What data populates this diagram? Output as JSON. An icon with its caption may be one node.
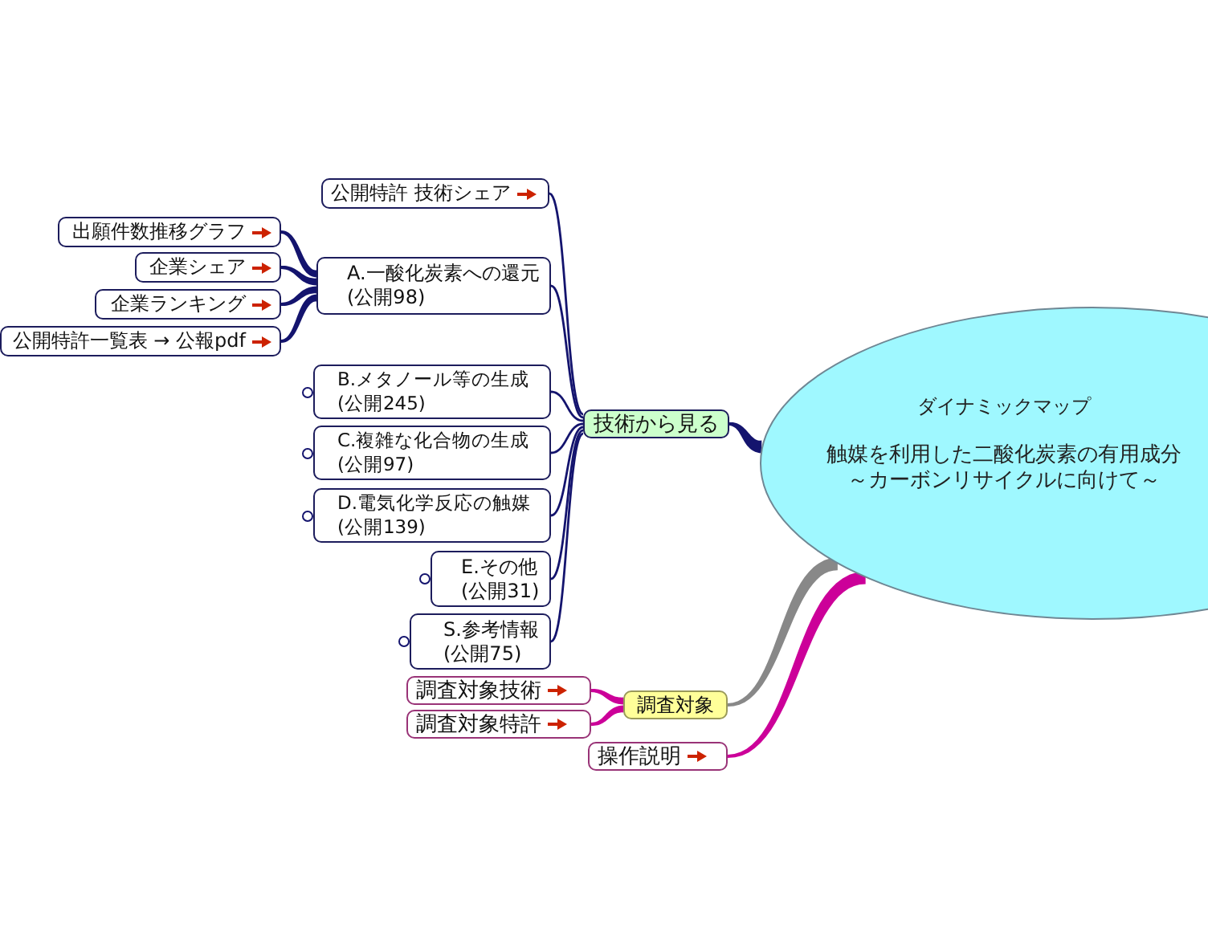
{
  "diagram": {
    "nodes": [
      {
        "text": [
          "ダイナミックマップ",
          "触媒を利用した二酸化炭素の有用成分",
          "～カーボンリサイクルに向けて～"
        ]
      },
      {
        "text": [
          "技術から見る"
        ]
      },
      {
        "text": [
          "公開特許 技術シェア"
        ]
      },
      {
        "text": [
          "A.一酸化炭素への還元",
          "(公開98)"
        ]
      },
      {
        "text": [
          "出願件数推移グラフ"
        ]
      },
      {
        "text": [
          "企業シェア"
        ]
      },
      {
        "text": [
          "企業ランキング"
        ]
      },
      {
        "text": [
          "公開特許一覧表 → 公報pdf"
        ]
      },
      {
        "text": [
          "B.メタノール等の生成",
          "(公開245)"
        ]
      },
      {
        "text": [
          "C.複雑な化合物の生成",
          "(公開97)"
        ]
      },
      {
        "text": [
          "D.電気化学反応の触媒",
          "(公開139)"
        ]
      },
      {
        "text": [
          "E.その他",
          "(公開31)"
        ]
      },
      {
        "text": [
          "S.参考情報",
          "(公開75)"
        ]
      },
      {
        "text": [
          "調査対象"
        ]
      },
      {
        "text": [
          "調査対象技術"
        ]
      },
      {
        "text": [
          "調査対象特許"
        ]
      },
      {
        "text": [
          "操作説明"
        ]
      }
    ],
    "edges": [
      {
        "from": 0,
        "to": 1,
        "arrow": "none",
        "style": "thick"
      },
      {
        "from": 1,
        "to": 2,
        "arrow": "none"
      },
      {
        "from": 1,
        "to": 3,
        "arrow": "none"
      },
      {
        "from": 3,
        "to": 4,
        "arrow": "none",
        "style": "thick"
      },
      {
        "from": 3,
        "to": 5,
        "arrow": "none",
        "style": "thick"
      },
      {
        "from": 3,
        "to": 6,
        "arrow": "none",
        "style": "thick"
      },
      {
        "from": 3,
        "to": 7,
        "arrow": "none",
        "style": "thick"
      },
      {
        "from": 1,
        "to": 8,
        "arrow": "none"
      },
      {
        "from": 1,
        "to": 9,
        "arrow": "none"
      },
      {
        "from": 1,
        "to": 10,
        "arrow": "none"
      },
      {
        "from": 1,
        "to": 11,
        "arrow": "none"
      },
      {
        "from": 1,
        "to": 12,
        "arrow": "none"
      },
      {
        "from": 0,
        "to": 13,
        "arrow": "none",
        "style": "thick",
        "color": "#888888"
      },
      {
        "from": 13,
        "to": 14,
        "arrow": "none",
        "style": "thick",
        "color": "#cc0099"
      },
      {
        "from": 13,
        "to": 15,
        "arrow": "none",
        "style": "thick",
        "color": "#cc0099"
      },
      {
        "from": 0,
        "to": 16,
        "arrow": "none",
        "style": "thick",
        "color": "#cc0099"
      }
    ]
  }
}
